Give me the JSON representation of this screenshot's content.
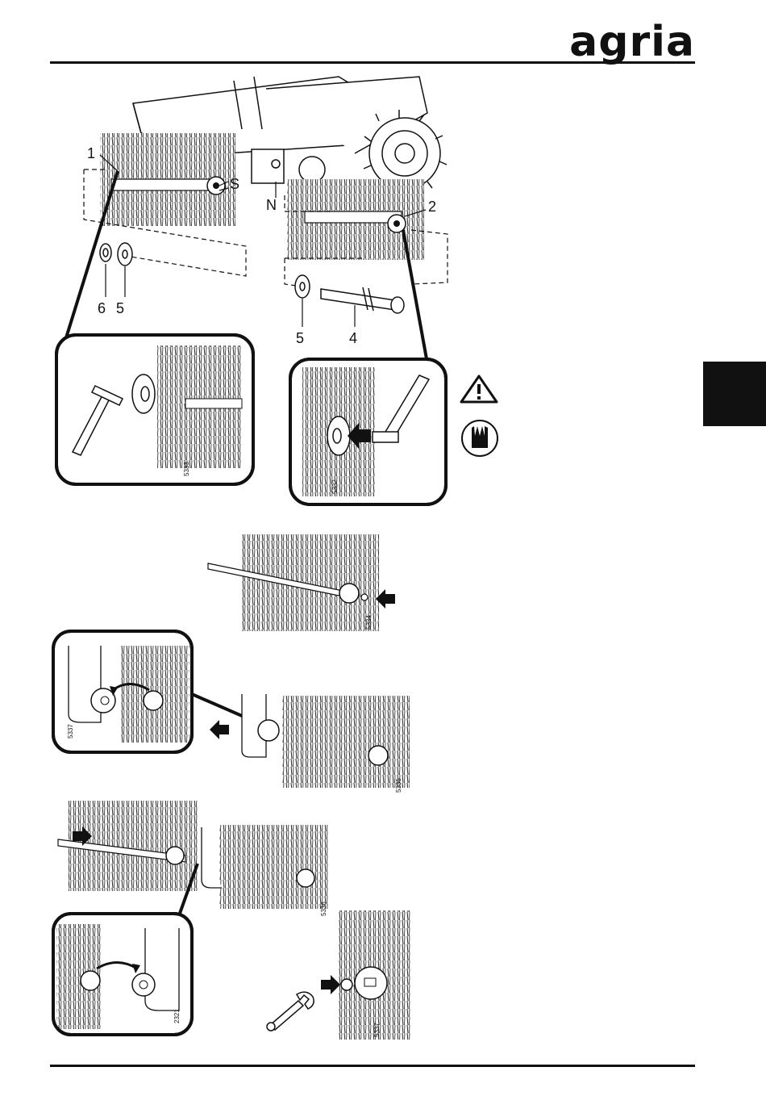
{
  "header": {
    "brand": "agria"
  },
  "callouts": {
    "part1": "1",
    "part2": "2",
    "partS": "S",
    "partN": "N",
    "part6": "6",
    "part5a": "5",
    "part5b": "5",
    "part4": "4"
  },
  "figure_codes": {
    "fig_a": "5333",
    "fig_b": "5332",
    "fig_c": "5334",
    "fig_d": "5337",
    "fig_e": "5335",
    "fig_f": "5336",
    "fig_g": "2321",
    "fig_h": "5337"
  },
  "icons": {
    "warning": "warning-triangle-icon",
    "gloves": "gloves-icon"
  }
}
